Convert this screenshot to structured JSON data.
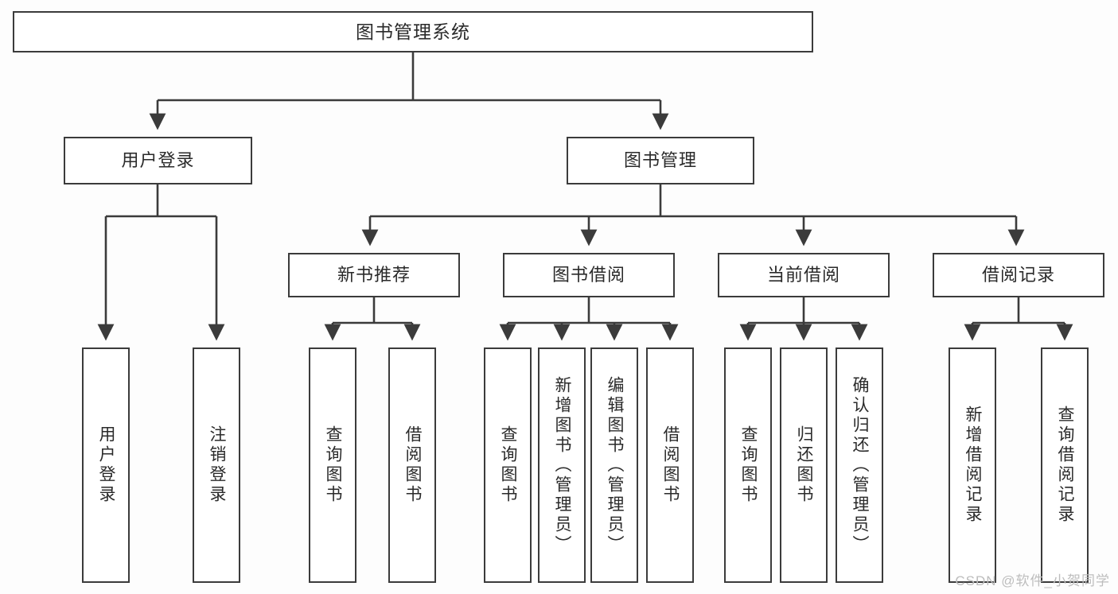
{
  "diagram": {
    "title": "图书管理系统",
    "watermark": "CSDN @软件_小贺同学",
    "colors": {
      "background": "#fdfdfd",
      "box_fill": "#ffffff",
      "box_border": "#3b3b3b",
      "connector": "#3b3b3b",
      "text": "#2a2a2a",
      "watermark": "#bdbdbd"
    },
    "levels": {
      "root": {
        "label": "图书管理系统"
      },
      "level2": [
        {
          "label": "用户登录"
        },
        {
          "label": "图书管理"
        }
      ],
      "level3": [
        {
          "label": "新书推荐"
        },
        {
          "label": "图书借阅"
        },
        {
          "label": "当前借阅"
        },
        {
          "label": "借阅记录"
        }
      ],
      "leaves": {
        "user_login": [
          {
            "label": "用户登录"
          },
          {
            "label": "注销登录"
          }
        ],
        "new_book": [
          {
            "label": "查询图书"
          },
          {
            "label": "借阅图书"
          }
        ],
        "borrow": [
          {
            "label": "查询图书"
          },
          {
            "label": "新增图书（管理员）"
          },
          {
            "label": "编辑图书（管理员）"
          },
          {
            "label": "借阅图书"
          }
        ],
        "current": [
          {
            "label": "查询图书"
          },
          {
            "label": "归还图书"
          },
          {
            "label": "确认归还（管理员）"
          }
        ],
        "records": [
          {
            "label": "新增借阅记录"
          },
          {
            "label": "查询借阅记录"
          }
        ]
      }
    }
  }
}
